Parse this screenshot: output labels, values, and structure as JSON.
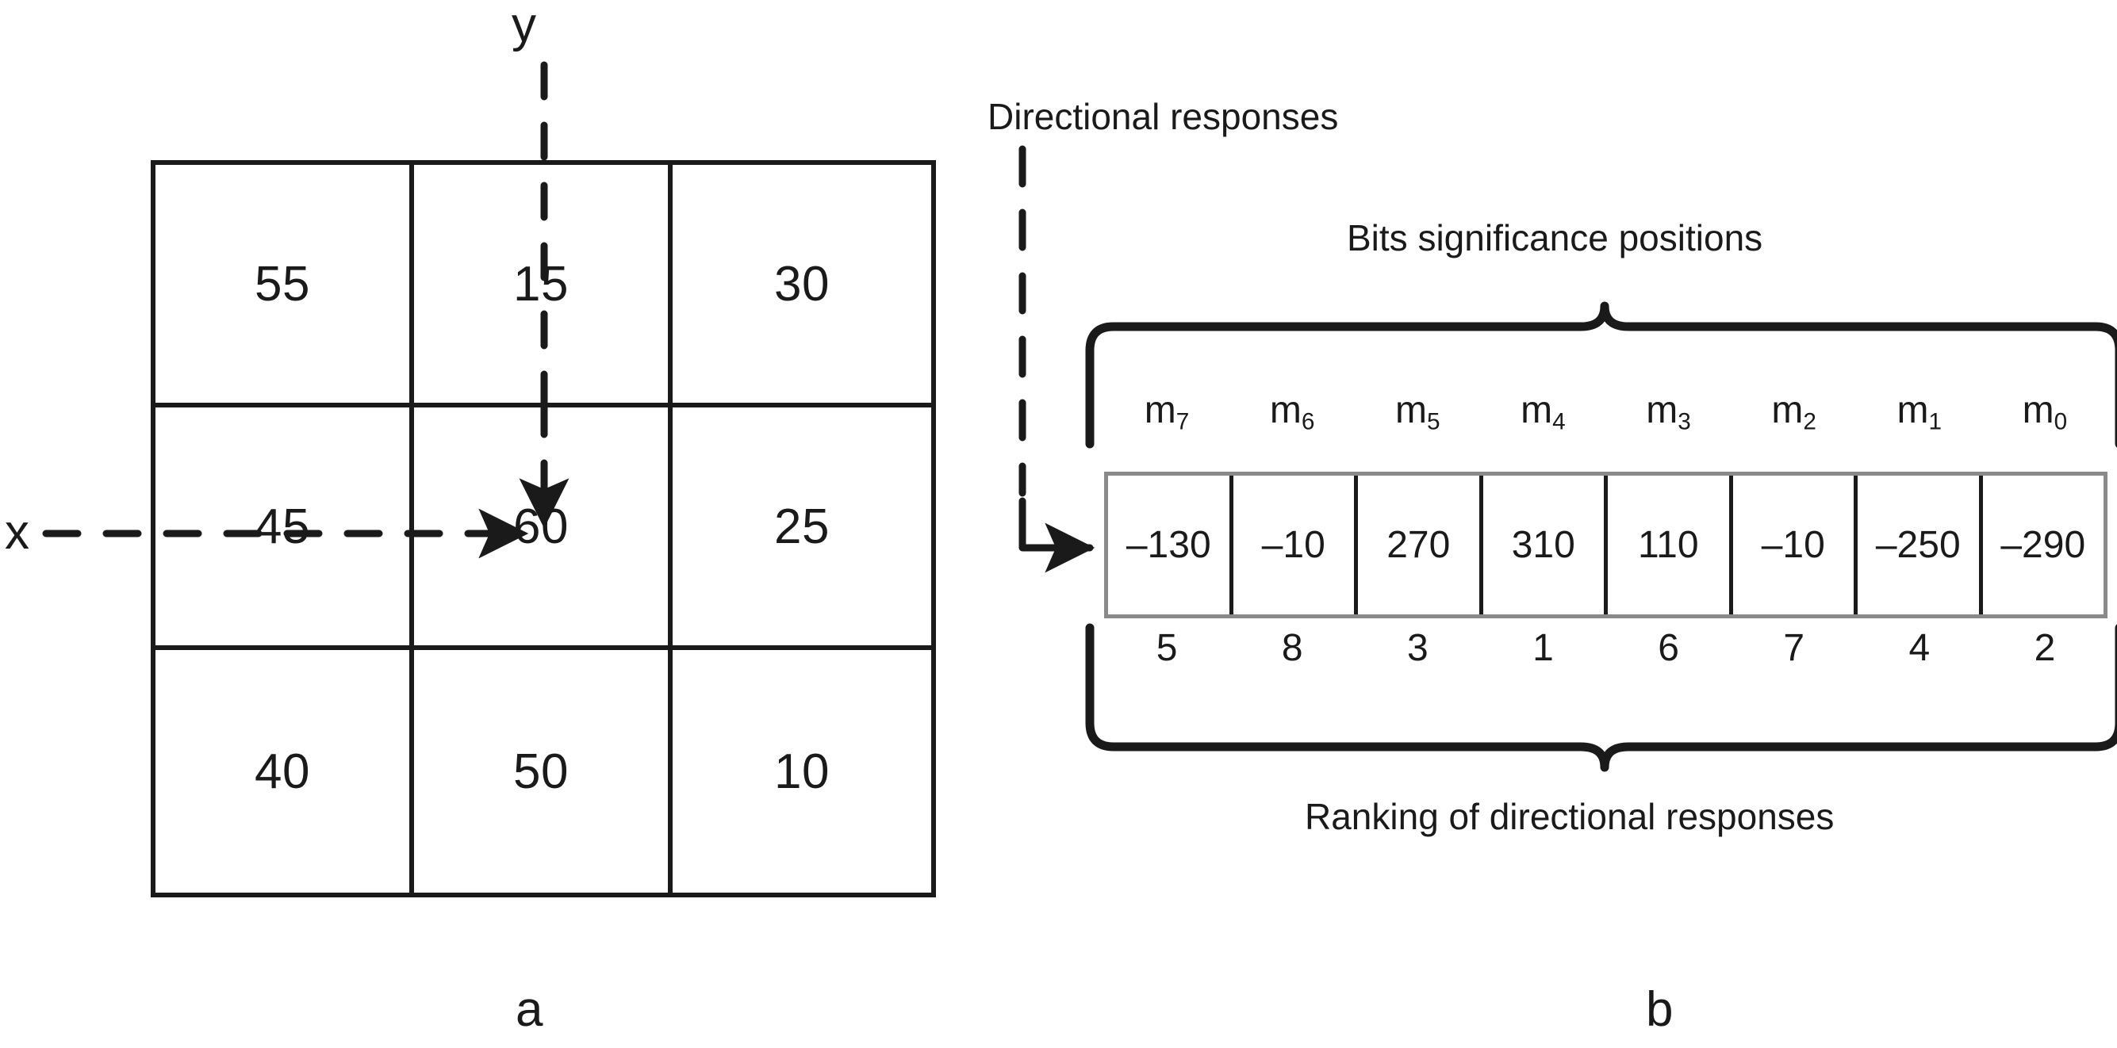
{
  "figure": {
    "panel_a_caption": "a",
    "panel_b_caption": "b"
  },
  "panel_a": {
    "axis_y_label": "y",
    "axis_x_label": "x",
    "grid": {
      "rows": 3,
      "cols": 3,
      "values": [
        [
          "55",
          "15",
          "30"
        ],
        [
          "45",
          "60",
          "25"
        ],
        [
          "40",
          "50",
          "10"
        ]
      ]
    },
    "center_value": "60",
    "arrows": {
      "x_arrow": "dashed-horizontal-arrow-to-center",
      "y_arrow": "dashed-vertical-arrow-to-center"
    }
  },
  "panel_b": {
    "top_annotation": "Directional responses",
    "brace_top_label": "Bits significance positions",
    "brace_bottom_label": "Ranking of directional responses",
    "bit_positions": [
      {
        "base": "m",
        "sub": "7"
      },
      {
        "base": "m",
        "sub": "6"
      },
      {
        "base": "m",
        "sub": "5"
      },
      {
        "base": "m",
        "sub": "4"
      },
      {
        "base": "m",
        "sub": "3"
      },
      {
        "base": "m",
        "sub": "2"
      },
      {
        "base": "m",
        "sub": "1"
      },
      {
        "base": "m",
        "sub": "0"
      }
    ],
    "values": [
      "–130",
      "–10",
      "270",
      "310",
      "110",
      "–10",
      "–250",
      "–290"
    ],
    "rankings": [
      "5",
      "8",
      "3",
      "1",
      "6",
      "7",
      "4",
      "2"
    ]
  },
  "colors": {
    "ink": "#1a1a1a",
    "background": "#ffffff",
    "cell_outer_border": "#8a8a8a"
  }
}
